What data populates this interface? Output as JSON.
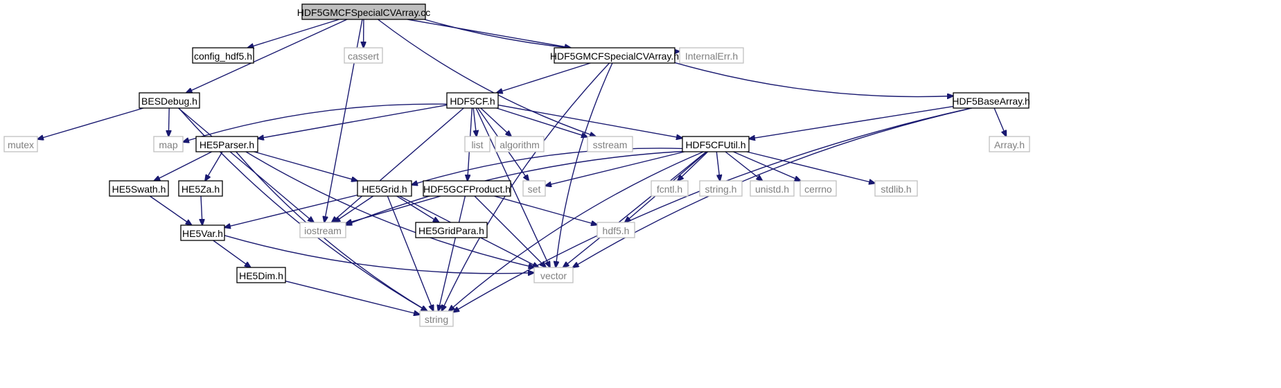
{
  "diagram": {
    "nodes": {
      "n_root": {
        "label": "HDF5GMCFSpecialCVArray.cc",
        "kind": "root"
      },
      "n_config": {
        "label": "config_hdf5.h",
        "kind": "project"
      },
      "n_cassert": {
        "label": "cassert",
        "kind": "system"
      },
      "n_specialh": {
        "label": "HDF5GMCFSpecialCVArray.h",
        "kind": "project"
      },
      "n_internalerr": {
        "label": "InternalErr.h",
        "kind": "system"
      },
      "n_besdebug": {
        "label": "BESDebug.h",
        "kind": "project"
      },
      "n_hdf5cf": {
        "label": "HDF5CF.h",
        "kind": "project"
      },
      "n_basearray": {
        "label": "HDF5BaseArray.h",
        "kind": "project"
      },
      "n_mutex": {
        "label": "mutex",
        "kind": "system"
      },
      "n_map": {
        "label": "map",
        "kind": "system"
      },
      "n_he5parser": {
        "label": "HE5Parser.h",
        "kind": "project"
      },
      "n_list": {
        "label": "list",
        "kind": "system"
      },
      "n_algorithm": {
        "label": "algorithm",
        "kind": "system"
      },
      "n_sstream": {
        "label": "sstream",
        "kind": "system"
      },
      "n_cfutil": {
        "label": "HDF5CFUtil.h",
        "kind": "project"
      },
      "n_arrayh": {
        "label": "Array.h",
        "kind": "system"
      },
      "n_he5swath": {
        "label": "HE5Swath.h",
        "kind": "project"
      },
      "n_he5za": {
        "label": "HE5Za.h",
        "kind": "project"
      },
      "n_he5grid": {
        "label": "HE5Grid.h",
        "kind": "project"
      },
      "n_gcfproduct": {
        "label": "HDF5GCFProduct.h",
        "kind": "project"
      },
      "n_set": {
        "label": "set",
        "kind": "system"
      },
      "n_fcntl": {
        "label": "fcntl.h",
        "kind": "system"
      },
      "n_stringh": {
        "label": "string.h",
        "kind": "system"
      },
      "n_unistd": {
        "label": "unistd.h",
        "kind": "system"
      },
      "n_cerrno": {
        "label": "cerrno",
        "kind": "system"
      },
      "n_stdlib": {
        "label": "stdlib.h",
        "kind": "system"
      },
      "n_he5var": {
        "label": "HE5Var.h",
        "kind": "project"
      },
      "n_iostream": {
        "label": "iostream",
        "kind": "system"
      },
      "n_gridpara": {
        "label": "HE5GridPara.h",
        "kind": "project"
      },
      "n_hdf5h": {
        "label": "hdf5.h",
        "kind": "system"
      },
      "n_he5dim": {
        "label": "HE5Dim.h",
        "kind": "project"
      },
      "n_vector": {
        "label": "vector",
        "kind": "system"
      },
      "n_string": {
        "label": "string",
        "kind": "system"
      }
    },
    "edges": [
      [
        "n_root",
        "n_config"
      ],
      [
        "n_root",
        "n_cassert"
      ],
      [
        "n_root",
        "n_specialh"
      ],
      [
        "n_root",
        "n_internalerr"
      ],
      [
        "n_root",
        "n_besdebug"
      ],
      [
        "n_root",
        "n_iostream"
      ],
      [
        "n_root",
        "n_sstream"
      ],
      [
        "n_specialh",
        "n_hdf5cf"
      ],
      [
        "n_specialh",
        "n_basearray"
      ],
      [
        "n_specialh",
        "n_vector"
      ],
      [
        "n_specialh",
        "n_string"
      ],
      [
        "n_besdebug",
        "n_mutex"
      ],
      [
        "n_besdebug",
        "n_map"
      ],
      [
        "n_besdebug",
        "n_iostream"
      ],
      [
        "n_besdebug",
        "n_string"
      ],
      [
        "n_hdf5cf",
        "n_map"
      ],
      [
        "n_hdf5cf",
        "n_he5parser"
      ],
      [
        "n_hdf5cf",
        "n_list"
      ],
      [
        "n_hdf5cf",
        "n_algorithm"
      ],
      [
        "n_hdf5cf",
        "n_sstream"
      ],
      [
        "n_hdf5cf",
        "n_cfutil"
      ],
      [
        "n_hdf5cf",
        "n_set"
      ],
      [
        "n_hdf5cf",
        "n_gcfproduct"
      ],
      [
        "n_hdf5cf",
        "n_iostream"
      ],
      [
        "n_hdf5cf",
        "n_vector"
      ],
      [
        "n_basearray",
        "n_cfutil"
      ],
      [
        "n_basearray",
        "n_arrayh"
      ],
      [
        "n_basearray",
        "n_vector"
      ],
      [
        "n_basearray",
        "n_string"
      ],
      [
        "n_he5parser",
        "n_he5swath"
      ],
      [
        "n_he5parser",
        "n_he5za"
      ],
      [
        "n_he5parser",
        "n_he5grid"
      ],
      [
        "n_he5parser",
        "n_vector"
      ],
      [
        "n_he5parser",
        "n_string"
      ],
      [
        "n_cfutil",
        "n_he5grid"
      ],
      [
        "n_cfutil",
        "n_set"
      ],
      [
        "n_cfutil",
        "n_fcntl"
      ],
      [
        "n_cfutil",
        "n_stringh"
      ],
      [
        "n_cfutil",
        "n_unistd"
      ],
      [
        "n_cfutil",
        "n_cerrno"
      ],
      [
        "n_cfutil",
        "n_stdlib"
      ],
      [
        "n_cfutil",
        "n_hdf5h"
      ],
      [
        "n_cfutil",
        "n_iostream"
      ],
      [
        "n_cfutil",
        "n_vector"
      ],
      [
        "n_cfutil",
        "n_string"
      ],
      [
        "n_he5swath",
        "n_he5var"
      ],
      [
        "n_he5za",
        "n_he5var"
      ],
      [
        "n_he5grid",
        "n_he5var"
      ],
      [
        "n_he5grid",
        "n_iostream"
      ],
      [
        "n_he5grid",
        "n_gridpara"
      ],
      [
        "n_he5grid",
        "n_vector"
      ],
      [
        "n_he5grid",
        "n_string"
      ],
      [
        "n_gcfproduct",
        "n_iostream"
      ],
      [
        "n_gcfproduct",
        "n_hdf5h"
      ],
      [
        "n_gcfproduct",
        "n_vector"
      ],
      [
        "n_gcfproduct",
        "n_string"
      ],
      [
        "n_he5var",
        "n_he5dim"
      ],
      [
        "n_he5var",
        "n_vector"
      ],
      [
        "n_he5dim",
        "n_string"
      ]
    ]
  }
}
